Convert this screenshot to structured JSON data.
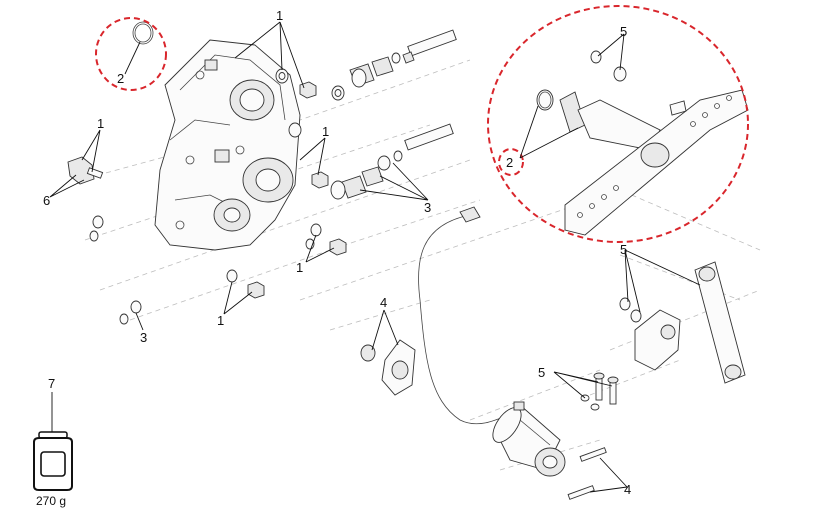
{
  "callouts": {
    "c1a": "1",
    "c1b": "1",
    "c1c": "1",
    "c1d": "1",
    "c1e": "1",
    "c2a": "2",
    "c2b": "2",
    "c3a": "3",
    "c3b": "3",
    "c4a": "4",
    "c4b": "4",
    "c5a": "5",
    "c5b": "5",
    "c5c": "5",
    "c6": "6",
    "c7": "7"
  },
  "weight_label": "270 g",
  "colors": {
    "highlight": "#d9262c",
    "line": "#333333",
    "phantom": "#bdbdbd"
  },
  "icons": {
    "weight": "weight-icon"
  }
}
